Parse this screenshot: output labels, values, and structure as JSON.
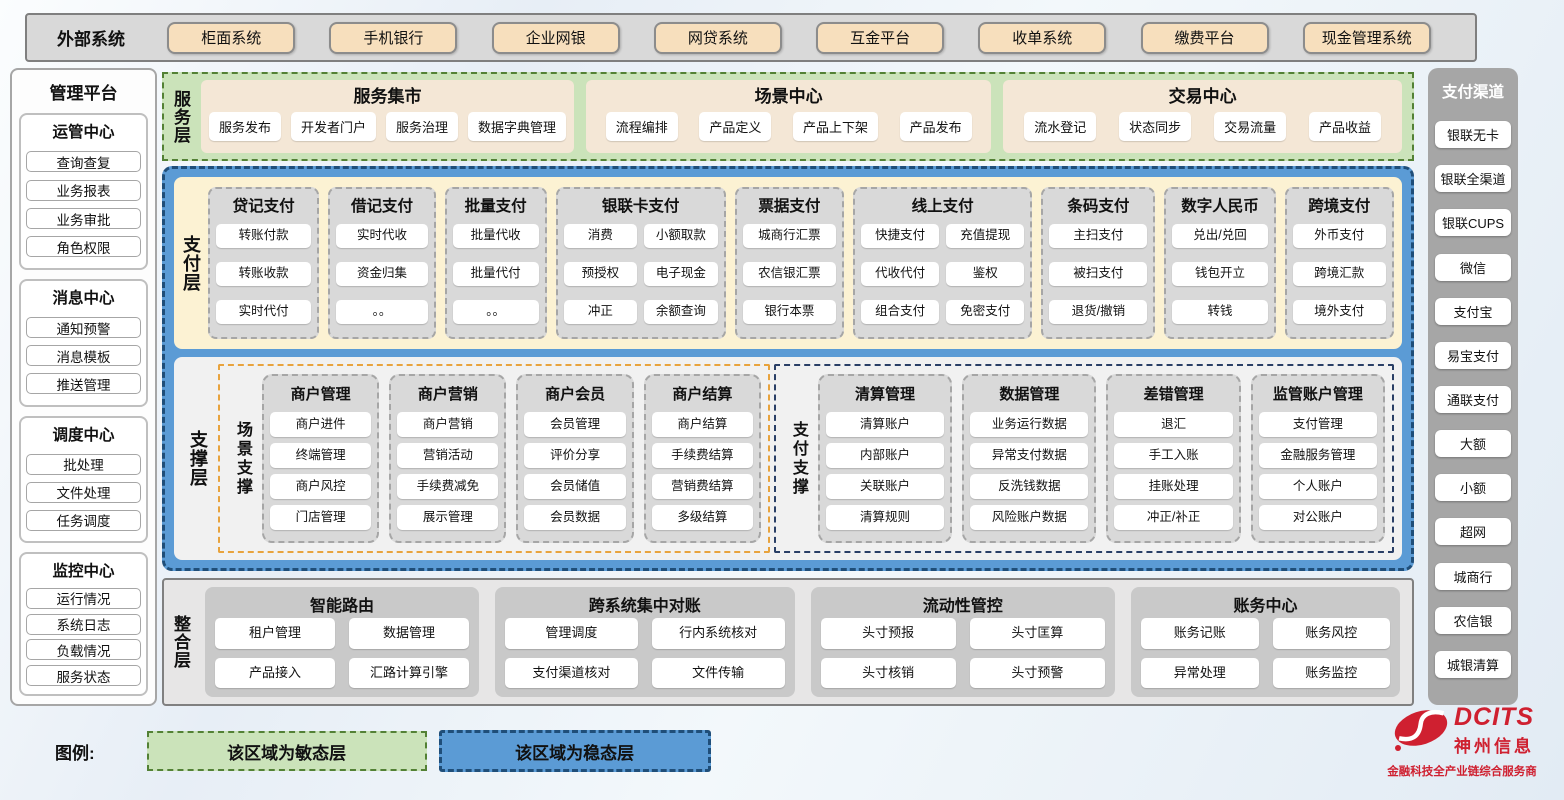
{
  "external_systems": {
    "title": "外部系统",
    "items": [
      "柜面系统",
      "手机银行",
      "企业网银",
      "网贷系统",
      "互金平台",
      "收单系统",
      "缴费平台",
      "现金管理系统"
    ]
  },
  "management_platform": {
    "title": "管理平台",
    "groups": [
      {
        "title": "运管中心",
        "items": [
          "查询查复",
          "业务报表",
          "业务审批",
          "角色权限"
        ]
      },
      {
        "title": "消息中心",
        "items": [
          "通知预警",
          "消息模板",
          "推送管理"
        ]
      },
      {
        "title": "调度中心",
        "items": [
          "批处理",
          "文件处理",
          "任务调度"
        ]
      },
      {
        "title": "监控中心",
        "items": [
          "运行情况",
          "系统日志",
          "负载情况",
          "服务状态"
        ]
      }
    ]
  },
  "service_layer": {
    "label": "服务层",
    "groups": [
      {
        "title": "服务集市",
        "items": [
          "服务发布",
          "开发者门户",
          "服务治理",
          "数据字典管理"
        ]
      },
      {
        "title": "场景中心",
        "items": [
          "流程编排",
          "产品定义",
          "产品上下架",
          "产品发布"
        ]
      },
      {
        "title": "交易中心",
        "items": [
          "流水登记",
          "状态同步",
          "交易流量",
          "产品收益"
        ]
      }
    ]
  },
  "payment_layer": {
    "label": "支付层",
    "columns": [
      {
        "title": "贷记支付",
        "items": [
          "转账付款",
          "转账收款",
          "实时代付"
        ]
      },
      {
        "title": "借记支付",
        "items": [
          "实时代收",
          "资金归集",
          "。。"
        ]
      },
      {
        "title": "批量支付",
        "items": [
          "批量代收",
          "批量代付",
          "。。"
        ]
      },
      {
        "title": "银联卡支付",
        "items": [
          "消费",
          "小额取款",
          "预授权",
          "电子现金",
          "冲正",
          "余额查询"
        ]
      },
      {
        "title": "票据支付",
        "items": [
          "城商行汇票",
          "农信银汇票",
          "银行本票"
        ]
      },
      {
        "title": "线上支付",
        "items": [
          "快捷支付",
          "充值提现",
          "代收代付",
          "鉴权",
          "组合支付",
          "免密支付"
        ]
      },
      {
        "title": "条码支付",
        "items": [
          "主扫支付",
          "被扫支付",
          "退货/撤销"
        ]
      },
      {
        "title": "数字人民币",
        "items": [
          "兑出/兑回",
          "钱包开立",
          "转钱"
        ]
      },
      {
        "title": "跨境支付",
        "items": [
          "外币支付",
          "跨境汇款",
          "境外支付"
        ]
      }
    ]
  },
  "support_layer": {
    "label": "支撑层",
    "sections": [
      {
        "label": "场景支撑",
        "accent": "#e8a33d",
        "columns": [
          {
            "title": "商户管理",
            "items": [
              "商户进件",
              "终端管理",
              "商户风控",
              "门店管理"
            ]
          },
          {
            "title": "商户营销",
            "items": [
              "商户营销",
              "营销活动",
              "手续费减免",
              "展示管理"
            ]
          },
          {
            "title": "商户会员",
            "items": [
              "会员管理",
              "评价分享",
              "会员储值",
              "会员数据"
            ]
          },
          {
            "title": "商户结算",
            "items": [
              "商户结算",
              "手续费结算",
              "营销费结算",
              "多级结算"
            ]
          }
        ]
      },
      {
        "label": "支付支撑",
        "accent": "#2a3f66",
        "columns": [
          {
            "title": "清算管理",
            "items": [
              "清算账户",
              "内部账户",
              "关联账户",
              "清算规则"
            ]
          },
          {
            "title": "数据管理",
            "items": [
              "业务运行数据",
              "异常支付数据",
              "反洗钱数据",
              "风险账户数据"
            ]
          },
          {
            "title": "差错管理",
            "items": [
              "退汇",
              "手工入账",
              "挂账处理",
              "冲正/补正"
            ]
          },
          {
            "title": "监管账户管理",
            "items": [
              "支付管理",
              "金融服务管理",
              "个人账户",
              "对公账户"
            ]
          }
        ]
      }
    ]
  },
  "integration_layer": {
    "label": "整合层",
    "groups": [
      {
        "title": "智能路由",
        "items": [
          "租户管理",
          "数据管理",
          "产品接入",
          "汇路计算引擎"
        ]
      },
      {
        "title": "跨系统集中对账",
        "items": [
          "管理调度",
          "行内系统核对",
          "支付渠道核对",
          "文件传输"
        ]
      },
      {
        "title": "流动性管控",
        "items": [
          "头寸预报",
          "头寸匡算",
          "头寸核销",
          "头寸预警"
        ]
      },
      {
        "title": "账务中心",
        "items": [
          "账务记账",
          "账务风控",
          "异常处理",
          "账务监控"
        ]
      }
    ]
  },
  "payment_channels": {
    "title": "支付渠道",
    "items": [
      "银联无卡",
      "银联全渠道",
      "银联CUPS",
      "微信",
      "支付宝",
      "易宝支付",
      "通联支付",
      "大额",
      "小额",
      "超网",
      "城商行",
      "农信银",
      "城银清算"
    ]
  },
  "legend": {
    "label": "图例:",
    "agile": "该区域为敏态层",
    "stable": "该区域为稳态层"
  },
  "logo": {
    "brand": "DCITS",
    "name": "神州信息",
    "tagline": "金融科技全产业链综合服务商"
  },
  "colors": {
    "agile_bg": "#cbe3ba",
    "agile_border": "#538135",
    "stable_bg": "#5b9bd5",
    "stable_border": "#1f4e79",
    "scene_support_accent": "#e8a33d",
    "payment_support_accent": "#2a3f66",
    "brand_red": "#cf2030"
  }
}
